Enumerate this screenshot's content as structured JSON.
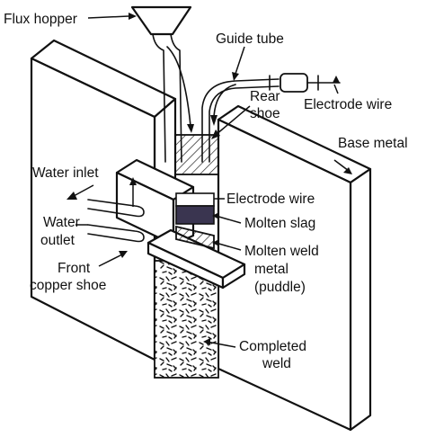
{
  "labels": {
    "flux_hopper": "Flux hopper",
    "guide_tube": "Guide tube",
    "rear_shoe_1": "Rear",
    "rear_shoe_2": "shoe",
    "electrode_wire_top": "Electrode wire",
    "base_metal": "Base metal",
    "water_inlet": "Water inlet",
    "water_outlet_1": "Water",
    "water_outlet_2": "outlet",
    "electrode_wire_mid": "Electrode wire",
    "molten_slag": "Molten slag",
    "molten_weld_1": "Molten weld",
    "molten_weld_2": "metal",
    "molten_weld_3": "(puddle)",
    "front_shoe_1": "Front",
    "front_shoe_2": "copper shoe",
    "completed_weld_1": "Completed",
    "completed_weld_2": "weld"
  },
  "colors": {
    "ink": "#111111",
    "background": "#ffffff",
    "slag": "#3a3550"
  }
}
